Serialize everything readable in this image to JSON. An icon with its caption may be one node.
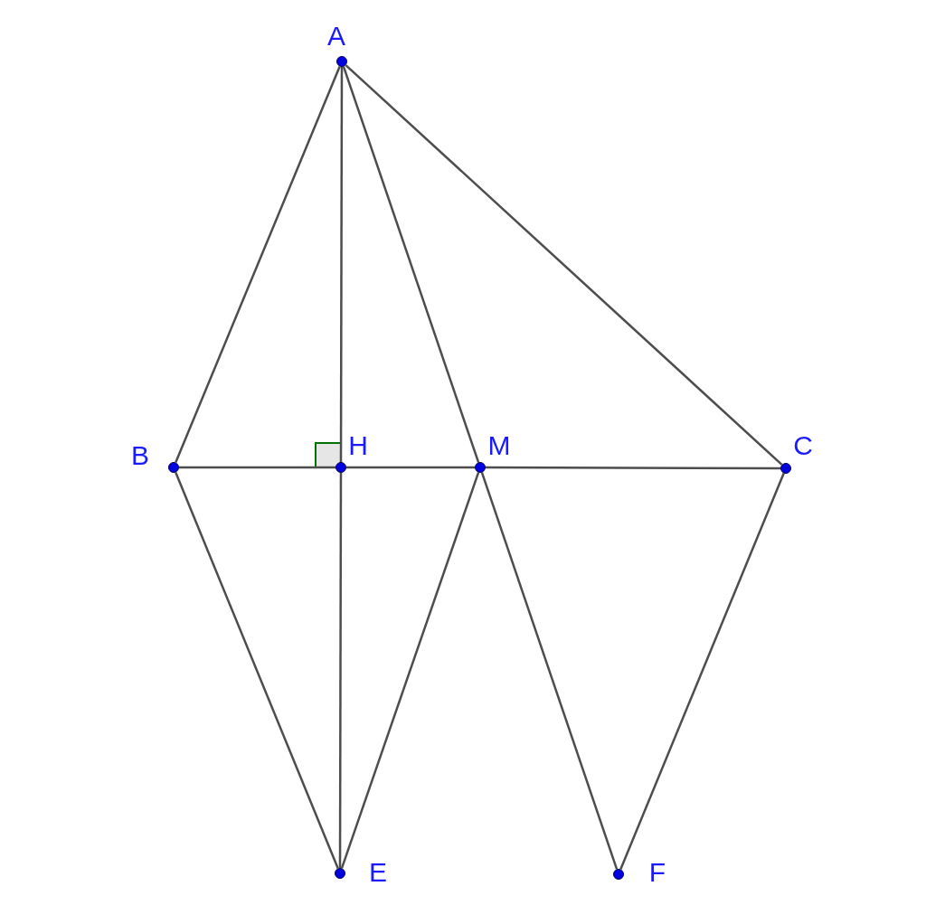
{
  "diagram": {
    "nodes": [
      {
        "text": [],
        "shape": "circle",
        "beside": [
          "A"
        ]
      },
      {
        "text": [],
        "shape": "circle",
        "beside": [
          "B"
        ]
      },
      {
        "text": [],
        "shape": "circle",
        "beside": [
          "H"
        ]
      },
      {
        "text": [],
        "shape": "circle",
        "beside": [
          "M"
        ]
      },
      {
        "text": [],
        "shape": "circle",
        "beside": [
          "C"
        ]
      },
      {
        "text": [],
        "shape": "circle",
        "beside": [
          "E"
        ]
      },
      {
        "text": [],
        "shape": "circle",
        "beside": [
          "F"
        ]
      }
    ],
    "edges": [
      {
        "from": 0,
        "to": 1,
        "arrow": "none"
      },
      {
        "from": 0,
        "to": 2,
        "arrow": "none"
      },
      {
        "from": 0,
        "to": 3,
        "arrow": "none"
      },
      {
        "from": 0,
        "to": 4,
        "arrow": "none"
      },
      {
        "from": 1,
        "to": 2,
        "arrow": "none"
      },
      {
        "from": 2,
        "to": 3,
        "arrow": "none"
      },
      {
        "from": 3,
        "to": 4,
        "arrow": "none"
      },
      {
        "from": 2,
        "to": 5,
        "arrow": "none"
      },
      {
        "from": 1,
        "to": 5,
        "arrow": "none"
      },
      {
        "from": 5,
        "to": 3,
        "arrow": "none"
      },
      {
        "from": 3,
        "to": 6,
        "arrow": "none"
      },
      {
        "from": 6,
        "to": 4,
        "arrow": "none"
      }
    ]
  }
}
